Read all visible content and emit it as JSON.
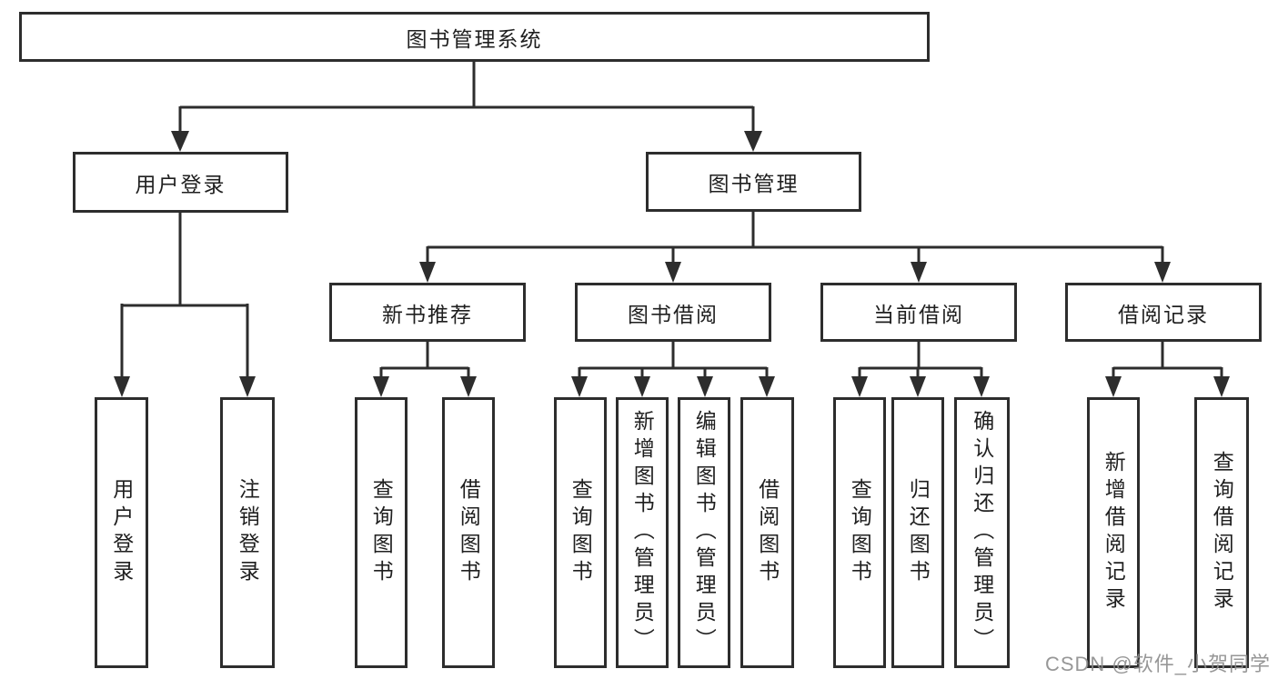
{
  "diagram": {
    "type": "hierarchy-tree",
    "levels": 4
  },
  "nodes": {
    "root": "图书管理系统",
    "user_login": "用户登录",
    "book_mgmt": "图书管理",
    "new_rec": "新书推荐",
    "borrowing": "图书借阅",
    "current": "当前借阅",
    "records": "借阅记录",
    "leaf_login": "用户登录",
    "leaf_logout": "注销登录",
    "leaf_query1": "查询图书",
    "leaf_borrow1": "借阅图书",
    "leaf_query2": "查询图书",
    "leaf_add_book": "新增图书（管理员）",
    "leaf_edit_book": "编辑图书（管理员）",
    "leaf_borrow2": "借阅图书",
    "leaf_query3": "查询图书",
    "leaf_return": "归还图书",
    "leaf_confirm": "确认归还（管理员）",
    "leaf_add_record": "新增借阅记录",
    "leaf_query_record": "查询借阅记录"
  },
  "watermark": "CSDN @软件_小贺同学",
  "colors": {
    "line": "#2d2d2d",
    "box_border": "#2d2d2d",
    "box_fill": "#ffffff",
    "text": "#1f1f1f",
    "watermark": "#8c8c8c",
    "background": "#ffffff"
  }
}
